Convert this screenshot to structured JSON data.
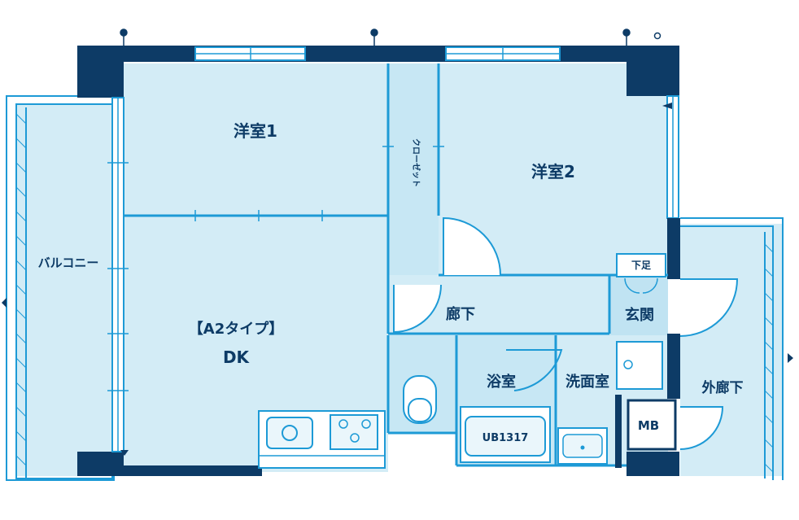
{
  "colors": {
    "wall": "#0d3b66",
    "room_fill": "#d3ecf6",
    "room_mid": "#bfe3f2",
    "line": "#1d9ad6",
    "background": "#ffffff"
  },
  "rooms": {
    "western1": "洋室1",
    "western2": "洋室2",
    "closet": "クローゼット",
    "type_label": "【A2タイプ】",
    "dk": "DK",
    "balcony": "バルコニー",
    "hallway": "廊下",
    "entrance": "玄関",
    "shoe_box": "下足",
    "bathroom": "浴室",
    "washroom": "洗面室",
    "outer_corridor": "外廊下",
    "meter_box": "MB",
    "unit_bath": "UB1317"
  }
}
